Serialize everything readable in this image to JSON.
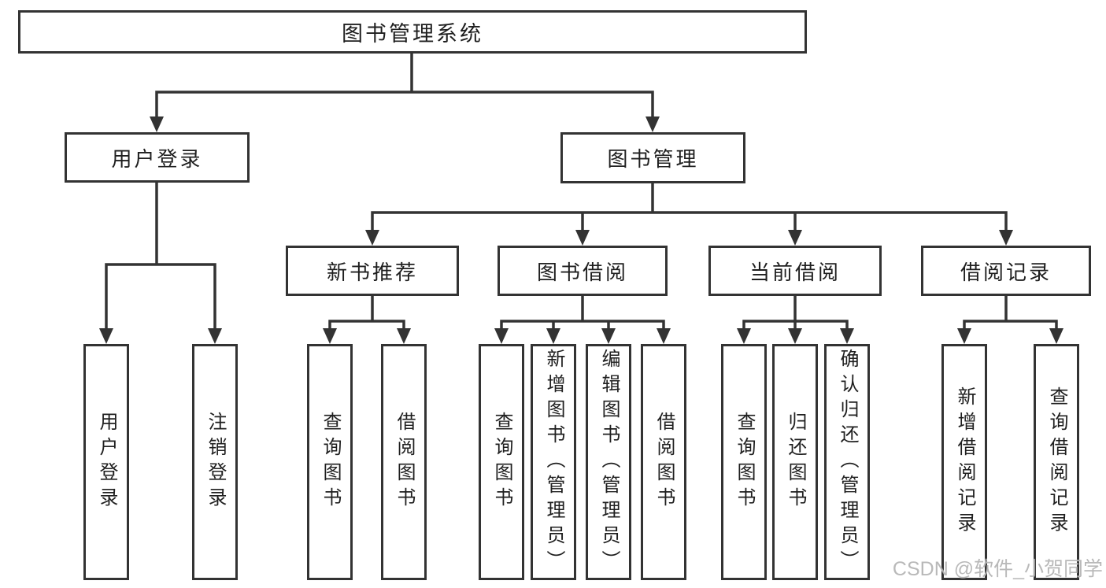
{
  "tree": {
    "root": "图书管理系统",
    "login": {
      "label": "用户登录",
      "children": [
        "用户登录",
        "注销登录"
      ]
    },
    "mgmt": {
      "label": "图书管理",
      "sections": [
        {
          "label": "新书推荐",
          "children": [
            "查询图书",
            "借阅图书"
          ]
        },
        {
          "label": "图书借阅",
          "children": [
            "查询图书",
            "新增图书（管理员）",
            "编辑图书（管理员）",
            "借阅图书"
          ]
        },
        {
          "label": "当前借阅",
          "children": [
            "查询图书",
            "归还图书",
            "确认归还（管理员）"
          ]
        },
        {
          "label": "借阅记录",
          "children": [
            "新增借阅记录",
            "查询借阅记录"
          ]
        }
      ]
    }
  },
  "watermark": "CSDN @软件_小贺同学",
  "colors": {
    "line": "#333333",
    "box_border": "#333333",
    "text": "#1f1f1f",
    "background": "#ffffff",
    "watermark_text": "#adadad"
  }
}
